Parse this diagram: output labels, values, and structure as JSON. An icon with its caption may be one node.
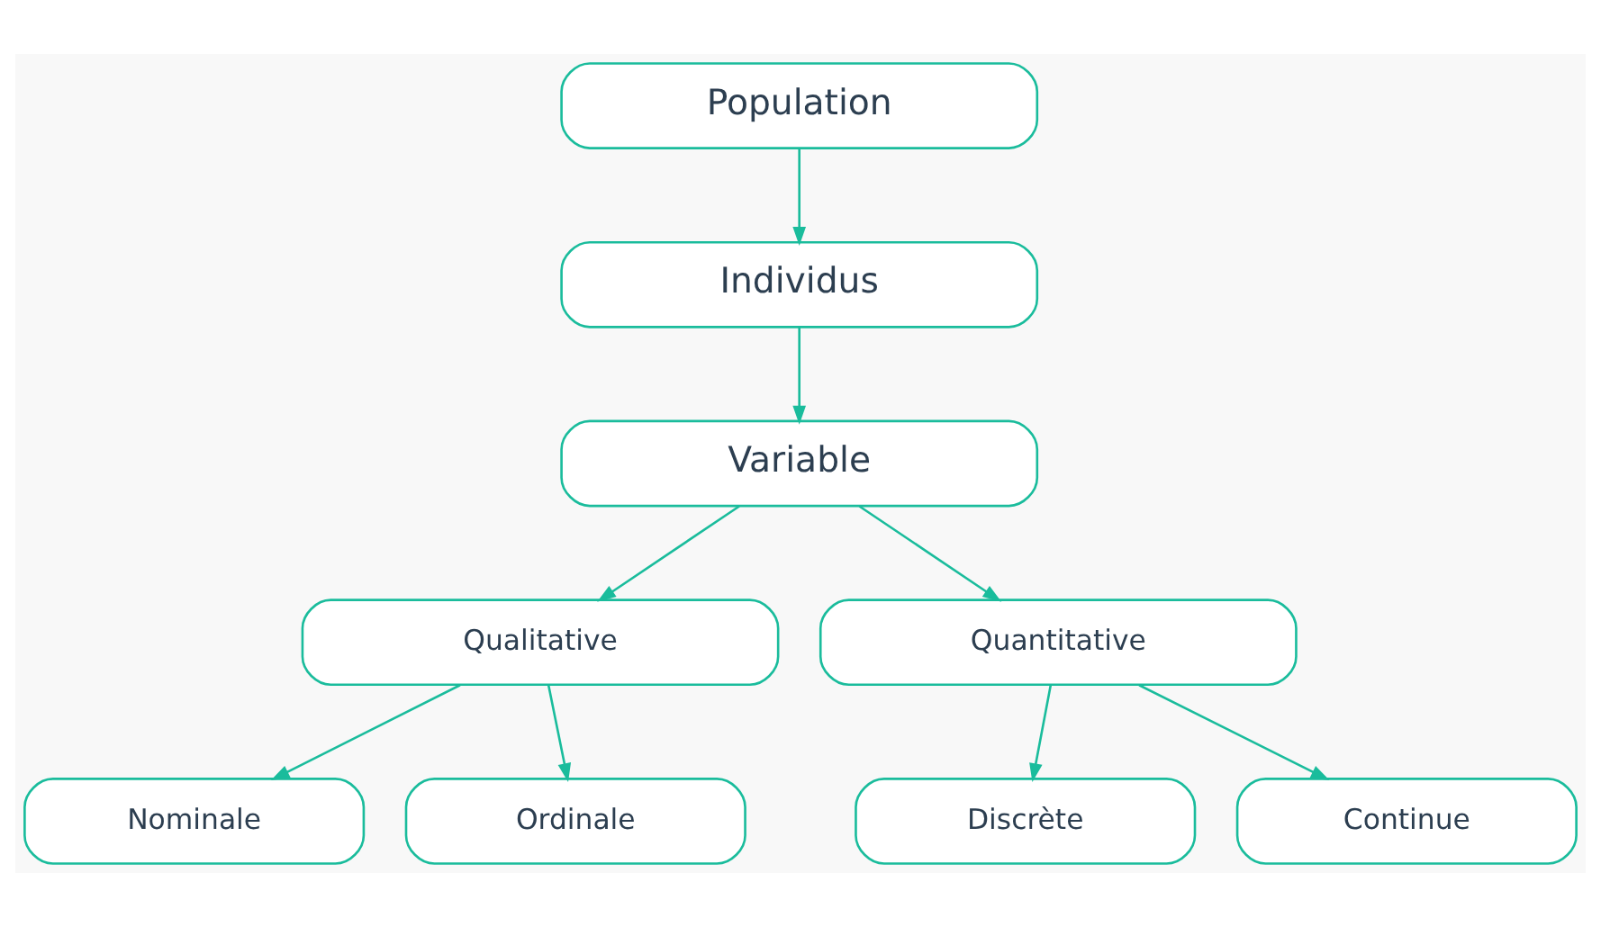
{
  "diagram": {
    "nodes": [
      {
        "text": [
          "Population"
        ]
      },
      {
        "text": [
          "Individus"
        ]
      },
      {
        "text": [
          "Variable"
        ]
      },
      {
        "text": [
          "Qualitative"
        ]
      },
      {
        "text": [
          "Quantitative"
        ]
      },
      {
        "text": [
          "Nominale"
        ]
      },
      {
        "text": [
          "Ordinale"
        ]
      },
      {
        "text": [
          "Discrète"
        ]
      },
      {
        "text": [
          "Continue"
        ]
      }
    ],
    "edges": [
      {
        "from": 0,
        "to": 1,
        "arrow": "to"
      },
      {
        "from": 1,
        "to": 2,
        "arrow": "to"
      },
      {
        "from": 2,
        "to": 3,
        "arrow": "to"
      },
      {
        "from": 2,
        "to": 4,
        "arrow": "to"
      },
      {
        "from": 3,
        "to": 5,
        "arrow": "to"
      },
      {
        "from": 3,
        "to": 6,
        "arrow": "to"
      },
      {
        "from": 4,
        "to": 7,
        "arrow": "to"
      },
      {
        "from": 4,
        "to": 8,
        "arrow": "to"
      }
    ]
  }
}
